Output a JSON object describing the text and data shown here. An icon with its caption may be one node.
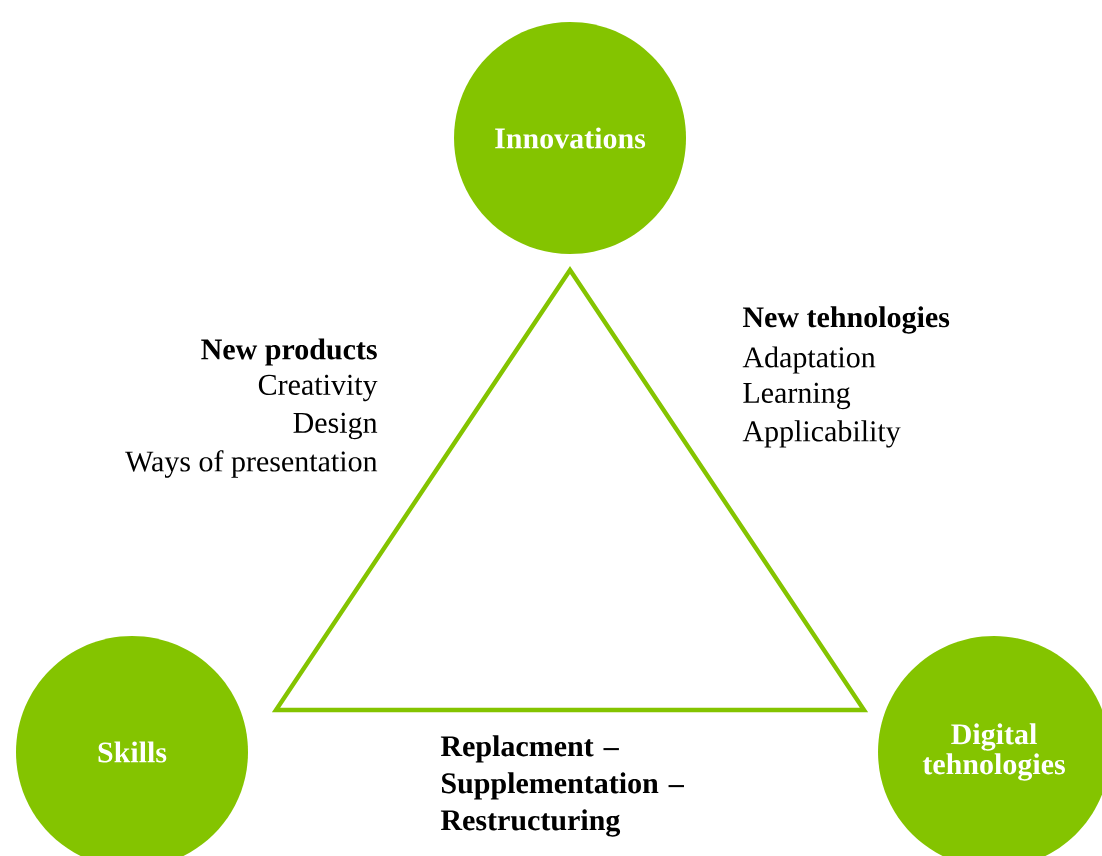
{
  "diagram": {
    "nodes": [
      {
        "text": [
          "Innovations"
        ]
      },
      {
        "text": [
          "Skills"
        ]
      },
      {
        "text": [
          "Digital tehnologies"
        ]
      }
    ],
    "labels": [
      "New products",
      "Creativity",
      "Design",
      "Ways of presentation",
      "New tehnologies",
      "Adaptation",
      "Learning",
      "Applicability",
      "Replacment – Supplementation – Restructuring"
    ]
  }
}
